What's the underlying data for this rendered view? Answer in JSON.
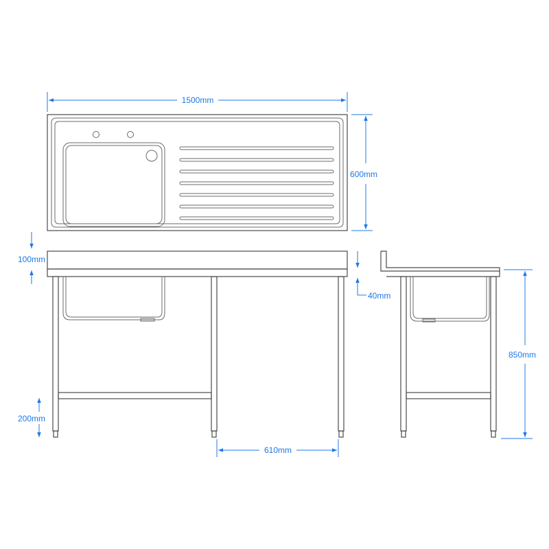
{
  "colors": {
    "dimension": "#1e78e6",
    "outline": "#4a4a4a"
  },
  "dimensions": {
    "overall_length": "1500mm",
    "overall_depth": "600mm",
    "splashback_height": "100mm",
    "worktop_thickness": "40mm",
    "overall_height": "850mm",
    "undershelf_height": "200mm",
    "leg_spacing": "610mm"
  }
}
